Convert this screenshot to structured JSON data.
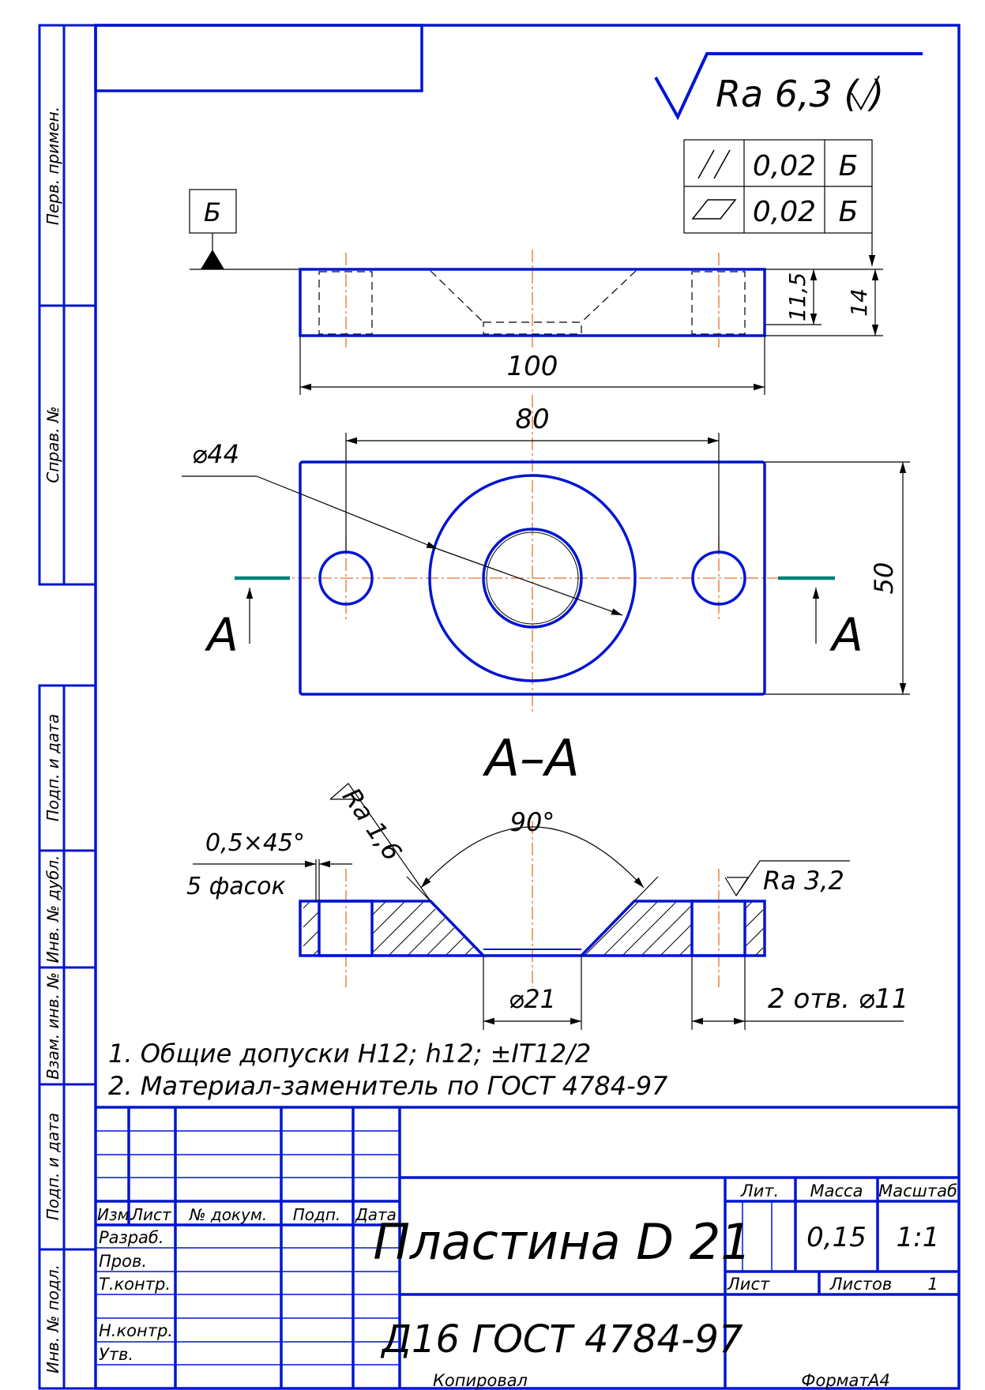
{
  "side_strip": {
    "perv_primen": "Перв. примен.",
    "sprav_no": "Справ. №",
    "podp_data_1": "Подп. и дата",
    "inv_dubl": "Инв. № дубл.",
    "vzam_inv": "Взам. инв. №",
    "podp_data_2": "Подп. и дата",
    "inv_podl": "Инв. № подл."
  },
  "roughness_general": "Ra 6,3 (   )",
  "tolerance_frame": {
    "rows": [
      {
        "symbol": "parallelism-icon",
        "value": "0,02",
        "datum": "Б"
      },
      {
        "symbol": "flatness-icon",
        "value": "0,02",
        "datum": "Б"
      }
    ]
  },
  "datum_label": "Б",
  "top_view": {
    "dim_length": "100",
    "dim_115": "11,5",
    "dim_14": "14"
  },
  "plan_view": {
    "dim_80": "80",
    "dim_dia44": "⌀44",
    "dim_50": "50",
    "section_left": "А",
    "section_right": "А"
  },
  "section": {
    "title": "А–А",
    "roughness_chamfer": "Ra 1,6",
    "angle": "90°",
    "chamfer": "0,5×45°",
    "chamfer_count": "5 фасок",
    "roughness_hole": "Ra 3,2",
    "dim_dia21": "⌀21",
    "holes": "2 отв.  ⌀11"
  },
  "notes": [
    "1.  Общие допуски Н12; h12; ±IT12/2",
    "2.  Материал-заменитель по ГОСТ 4784-97"
  ],
  "title_block": {
    "headers": [
      "Изм.",
      "Лист",
      "№ докум.",
      "Подп.",
      "Дата"
    ],
    "roles": [
      "Разраб.",
      "Пров.",
      "Т.контр.",
      "",
      "Н.контр.",
      "Утв."
    ],
    "designation": "Пластина D 21",
    "material": "Д16   ГОСТ 4784-97",
    "lit": "Лит.",
    "massa_label": "Масса",
    "masshtab_label": "Масштаб",
    "massa": "0,15",
    "masshtab": "1:1",
    "list_label": "Лист",
    "listov_label": "Листов",
    "listov": "1"
  },
  "footer": {
    "kopiroval": "Копировал",
    "format_label": "Формат",
    "format": "А4"
  }
}
